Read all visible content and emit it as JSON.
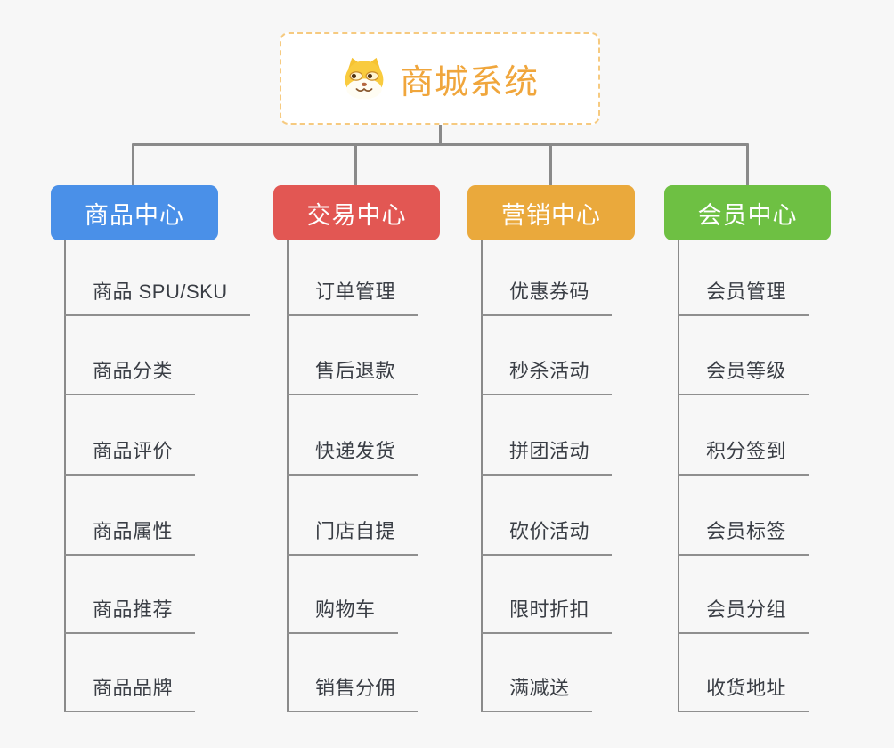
{
  "root": {
    "title": "商城系统",
    "accent_color": "#f0a63c",
    "border_color": "#f6ca80",
    "icon": "doge-icon"
  },
  "connector_color": "#8a8a8a",
  "background_color": "#f7f7f7",
  "branches": [
    {
      "id": "products",
      "label": "商品中心",
      "color": "#4a90e8",
      "items": [
        "商品 SPU/SKU",
        "商品分类",
        "商品评价",
        "商品属性",
        "商品推荐",
        "商品品牌"
      ]
    },
    {
      "id": "trade",
      "label": "交易中心",
      "color": "#e25753",
      "items": [
        "订单管理",
        "售后退款",
        "快递发货",
        "门店自提",
        "购物车",
        "销售分佣"
      ]
    },
    {
      "id": "marketing",
      "label": "营销中心",
      "color": "#eaa93c",
      "items": [
        "优惠券码",
        "秒杀活动",
        "拼团活动",
        "砍价活动",
        "限时折扣",
        "满减送"
      ]
    },
    {
      "id": "members",
      "label": "会员中心",
      "color": "#6ec043",
      "items": [
        "会员管理",
        "会员等级",
        "积分签到",
        "会员标签",
        "会员分组",
        "收货地址"
      ]
    }
  ]
}
